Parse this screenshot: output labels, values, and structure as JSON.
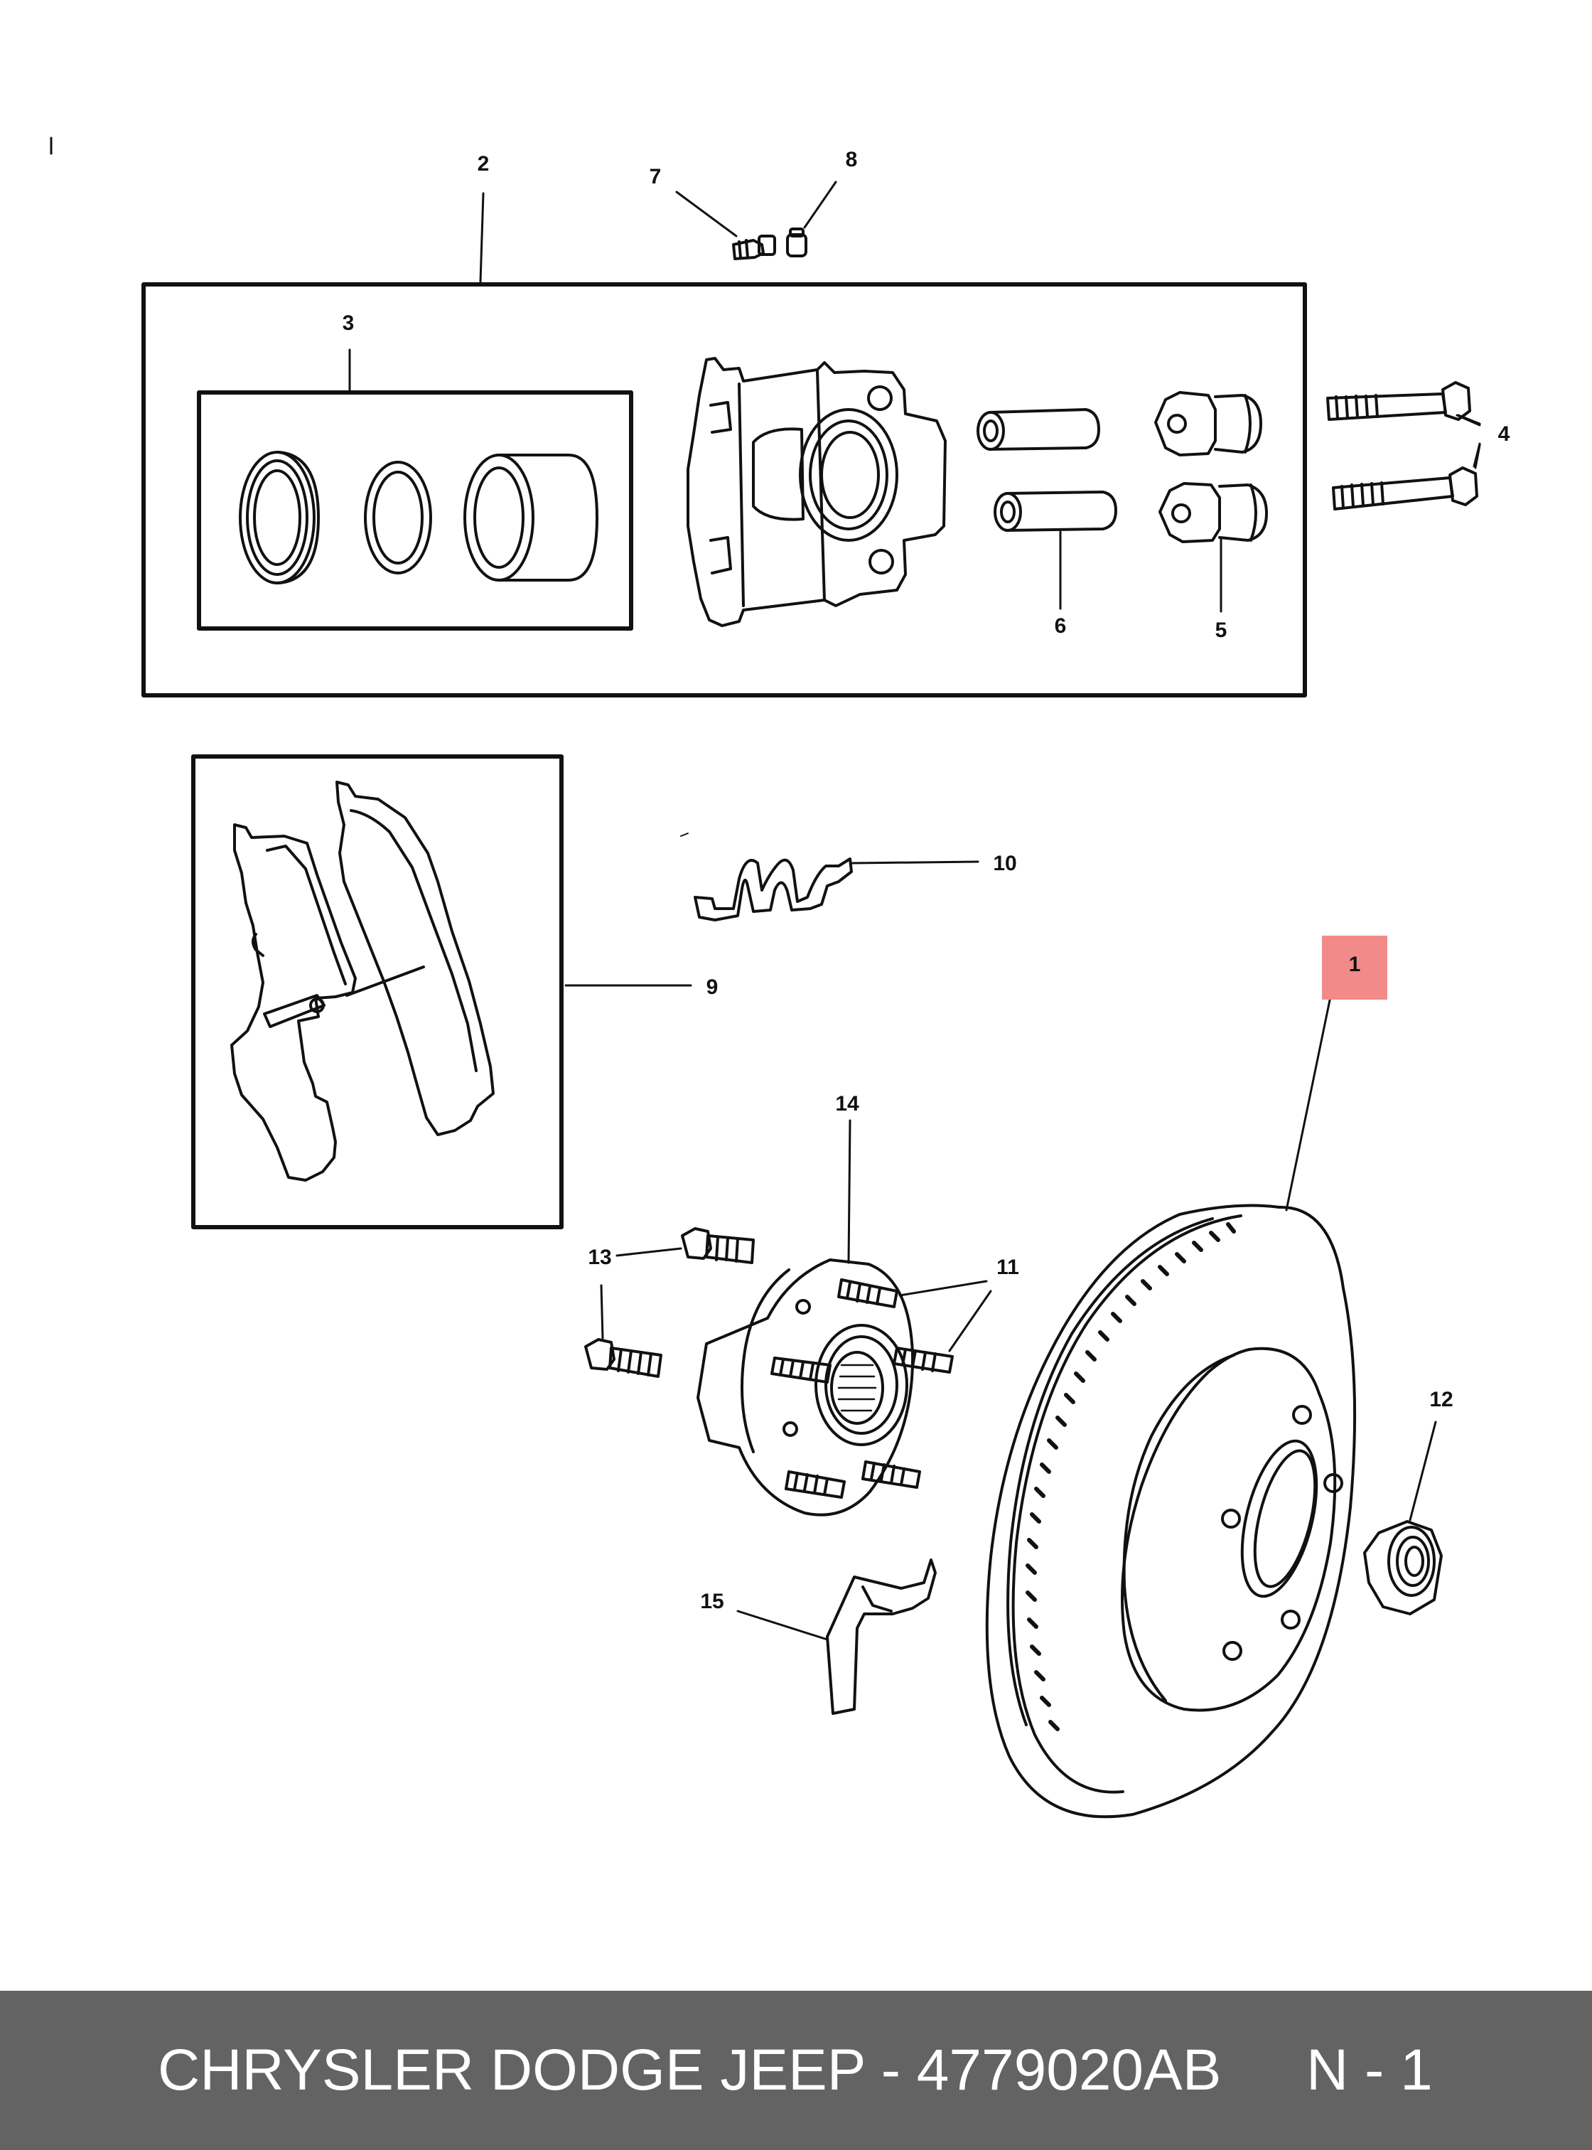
{
  "diagram": {
    "callouts": [
      {
        "id": "1",
        "text": "1",
        "highlighted": true
      },
      {
        "id": "2",
        "text": "2"
      },
      {
        "id": "3",
        "text": "3"
      },
      {
        "id": "4",
        "text": "4"
      },
      {
        "id": "5",
        "text": "5"
      },
      {
        "id": "6",
        "text": "6"
      },
      {
        "id": "7",
        "text": "7"
      },
      {
        "id": "8",
        "text": "8"
      },
      {
        "id": "9",
        "text": "9"
      },
      {
        "id": "10",
        "text": "10"
      },
      {
        "id": "11",
        "text": "11"
      },
      {
        "id": "12",
        "text": "12"
      },
      {
        "id": "13",
        "text": "13"
      },
      {
        "id": "14",
        "text": "14"
      },
      {
        "id": "15",
        "text": "15"
      }
    ],
    "highlight_color": "#f28a8a"
  },
  "footer": {
    "title": "CHRYSLER DODGE JEEP - 4779020AB",
    "page": "N - 1",
    "background": "#636363"
  }
}
